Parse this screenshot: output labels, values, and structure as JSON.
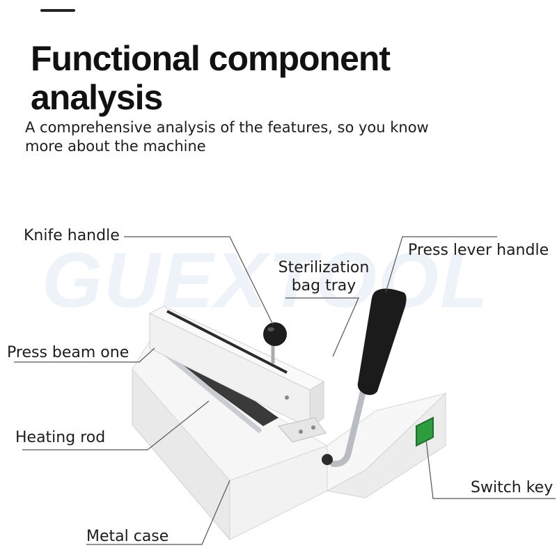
{
  "header": {
    "menu_icon": "hamburger-menu-icon",
    "title": "Functional component analysis",
    "subtitle": "A comprehensive analysis of the features, so you know more about the machine"
  },
  "watermark": "GUEXTOOL",
  "callouts": {
    "knife_handle": "Knife handle",
    "sterilization_bag_tray": "Sterilization bag tray",
    "press_lever_handle": "Press lever handle",
    "press_beam_one": "Press beam one",
    "heating_rod": "Heating rod",
    "switch_key": "Switch key",
    "metal_case": "Metal case"
  },
  "colors": {
    "machine_body": "#f4f4f4",
    "handle_black": "#1b1b1b",
    "switch_green": "#2e9d3f",
    "chrome": "#b9bcc0",
    "leader_line": "#555555"
  }
}
